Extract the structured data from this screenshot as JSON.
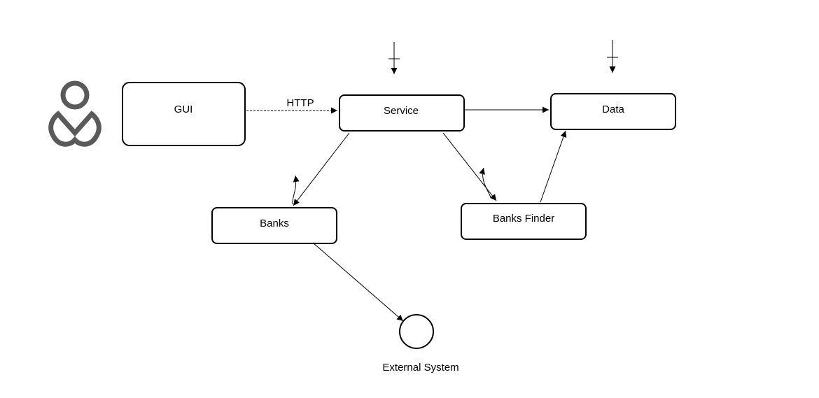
{
  "nodes": {
    "gui": {
      "label": "GUI"
    },
    "service": {
      "label": "Service"
    },
    "data": {
      "label": "Data"
    },
    "banks": {
      "label": "Banks"
    },
    "banks_finder": {
      "label": "Banks Finder"
    },
    "external_system": {
      "label": "External System"
    }
  },
  "edges": {
    "gui_to_service": {
      "label": "HTTP",
      "style": "dashed"
    }
  },
  "actor": {
    "icon": "user-icon"
  },
  "colors": {
    "stroke": "#000000",
    "actor": "#5a5a5a"
  }
}
